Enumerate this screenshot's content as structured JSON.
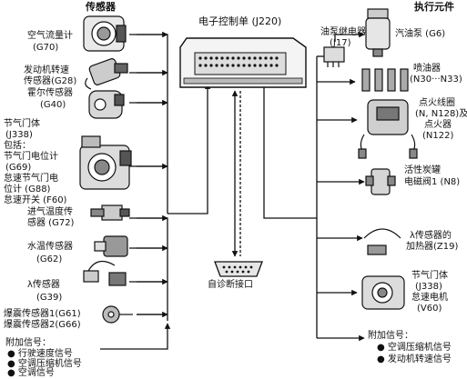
{
  "header": {
    "sensors": "传感器",
    "actuators": "执行元件"
  },
  "ecu": {
    "title": "电子控制单 (J220)"
  },
  "diagnostic": {
    "label": "自诊断接口"
  },
  "sensors": {
    "air_flow_meter": [
      "空气流量计",
      "(G70)"
    ],
    "engine_speed": [
      "发动机转速",
      "传感器(G28)"
    ],
    "hall": [
      "霍尔传感器",
      "(G40)"
    ],
    "throttle_body": [
      "节气门体",
      "(J338)",
      "包括：",
      "节气门电位计",
      "(G69)",
      "怠速节气门电",
      "位计 (G88)",
      "怠速开关 (F60)"
    ],
    "intake_temp": [
      "进气温度传",
      "感器 (G72)"
    ],
    "coolant_temp": [
      "水温传感器",
      "(G62)"
    ],
    "lambda": [
      "λ传感器",
      "(G39)"
    ],
    "knock": [
      "爆震传感器1(G61)",
      "爆震传感器2(G66)"
    ],
    "extra_in": {
      "title": "附加信号：",
      "items": [
        "行驶速度信号",
        "空调压缩机信号",
        "空调信号"
      ]
    }
  },
  "actuators": {
    "fuel_pump_relay": [
      "油泵继电器",
      "(J17)"
    ],
    "fuel_pump": [
      "汽油泵 (G6)"
    ],
    "injectors": [
      "喷油器",
      "(N30···N33)"
    ],
    "ignition": [
      "点火线圈",
      "(N, N128)及",
      "点火器",
      "(N122)"
    ],
    "canister": [
      "活性炭罐",
      "电磁阀1 (N8)"
    ],
    "lambda_heater": [
      "λ传感器的",
      "加热器(Z19)"
    ],
    "idle_motor": [
      "节气门体",
      "(J338)",
      "怠速电机",
      "(V60)"
    ],
    "extra_out": {
      "title": "附加信号：",
      "items": [
        "空调压缩机信号",
        "发动机转速信号"
      ]
    }
  },
  "bullet": "●"
}
